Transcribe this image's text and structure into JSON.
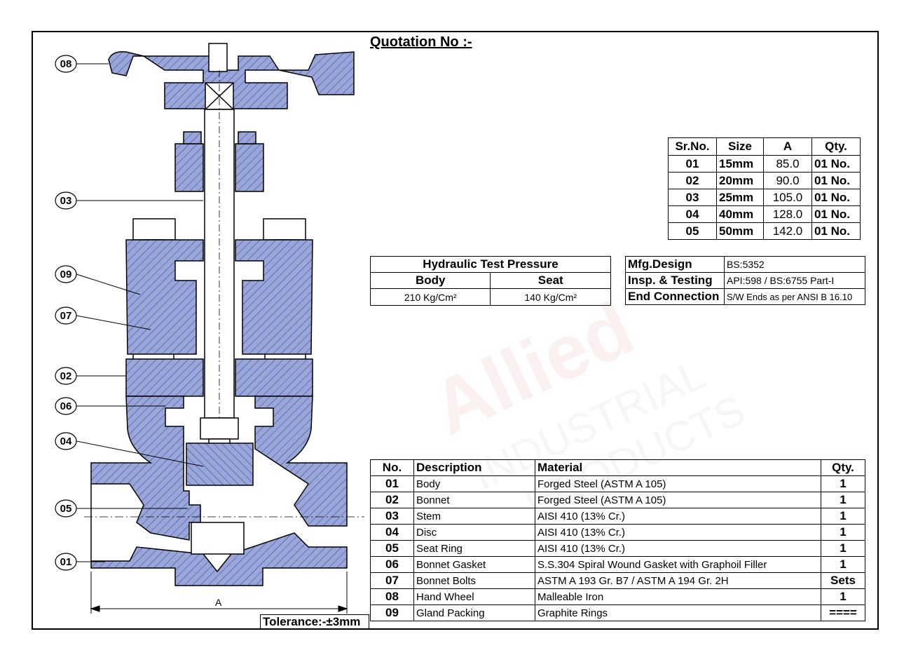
{
  "title": "Quotation No :-",
  "callouts": [
    "08",
    "03",
    "09",
    "07",
    "02",
    "06",
    "04",
    "05",
    "01"
  ],
  "dimension_label": "A",
  "tolerance": "Tolerance:-±3mm",
  "size_table": {
    "headers": [
      "Sr.No.",
      "Size",
      "A",
      "Qty."
    ],
    "rows": [
      {
        "sr": "01",
        "size": "15mm",
        "a": "85.0",
        "qty": "01 No."
      },
      {
        "sr": "02",
        "size": "20mm",
        "a": "90.0",
        "qty": "01 No."
      },
      {
        "sr": "03",
        "size": "25mm",
        "a": "105.0",
        "qty": "01 No."
      },
      {
        "sr": "04",
        "size": "40mm",
        "a": "128.0",
        "qty": "01 No."
      },
      {
        "sr": "05",
        "size": "50mm",
        "a": "142.0",
        "qty": "01 No."
      }
    ]
  },
  "hydraulic": {
    "title": "Hydraulic Test Pressure",
    "body_label": "Body",
    "seat_label": "Seat",
    "body_value": "210 Kg/Cm²",
    "seat_value": "140 Kg/Cm²"
  },
  "mfg": [
    {
      "key": "Mfg.Design",
      "value": "BS:5352"
    },
    {
      "key": "Insp. & Testing",
      "value": "API:598 / BS:6755 Part-I"
    },
    {
      "key": "End Connection",
      "value": "S/W Ends as per ANSI B 16.10"
    }
  ],
  "parts_table": {
    "headers": [
      "No.",
      "Description",
      "Material",
      "Qty."
    ],
    "rows": [
      {
        "no": "01",
        "desc": "Body",
        "mat": "Forged Steel (ASTM A 105)",
        "qty": "1"
      },
      {
        "no": "02",
        "desc": "Bonnet",
        "mat": "Forged Steel (ASTM A 105)",
        "qty": "1"
      },
      {
        "no": "03",
        "desc": "Stem",
        "mat": "AISI 410 (13% Cr.)",
        "qty": "1"
      },
      {
        "no": "04",
        "desc": "Disc",
        "mat": "AISI 410 (13% Cr.)",
        "qty": "1"
      },
      {
        "no": "05",
        "desc": "Seat Ring",
        "mat": "AISI 410 (13% Cr.)",
        "qty": "1"
      },
      {
        "no": "06",
        "desc": "Bonnet Gasket",
        "mat": "S.S.304 Spiral Wound Gasket with Graphoil Filler",
        "qty": "1"
      },
      {
        "no": "07",
        "desc": "Bonnet Bolts",
        "mat": "ASTM A 193 Gr. B7 / ASTM A 194 Gr. 2H",
        "qty": "Sets"
      },
      {
        "no": "08",
        "desc": "Hand Wheel",
        "mat": "Malleable Iron",
        "qty": "1"
      },
      {
        "no": "09",
        "desc": "Gland Packing",
        "mat": "Graphite Rings",
        "qty": "===="
      }
    ]
  },
  "colors": {
    "section_fill": "#9aa6d8",
    "hatch": "#2a3a9a",
    "line": "#000000",
    "watermark": "#f2dede"
  }
}
